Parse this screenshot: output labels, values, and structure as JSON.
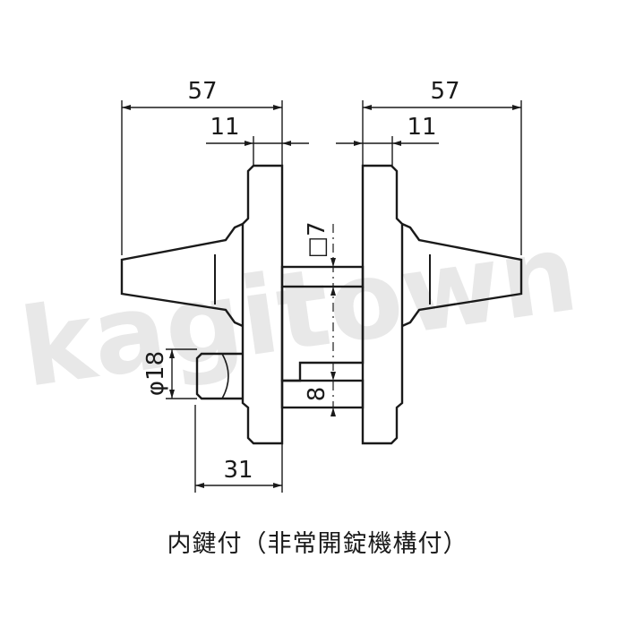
{
  "watermark": "kagitown",
  "dimensions": {
    "left_width": "57",
    "left_rose": "11",
    "right_width": "57",
    "right_rose": "11",
    "spindle_square": "□7",
    "thumbturn_diameter": "φ18",
    "thumbturn_offset": "31",
    "spindle_gap": "8"
  },
  "caption": "内鍵付（非常開錠機構付）"
}
